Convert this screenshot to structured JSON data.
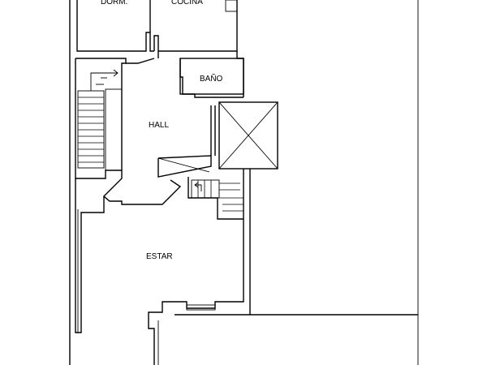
{
  "rooms": {
    "dormitorio": "DORM.",
    "cocina": "COCINA",
    "bano": "BAÑO",
    "hall": "HALL",
    "estar": "ESTAR"
  },
  "icons": {
    "stair_arrow": "stair-arrow-icon",
    "shaft_cross": "shaft-cross-icon"
  }
}
